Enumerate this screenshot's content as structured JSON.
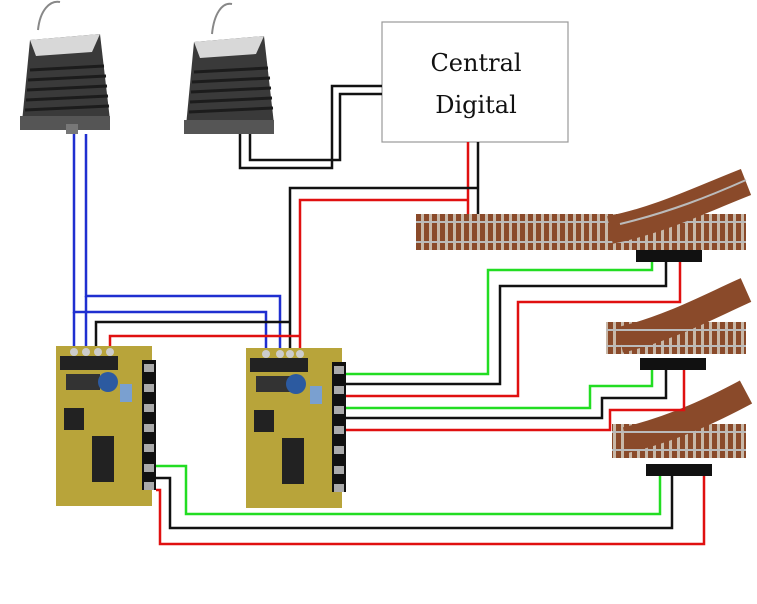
{
  "central": {
    "line1": "Central",
    "line2": "Digital"
  },
  "wire_colors": {
    "power": "#1f2fd0",
    "black": "#111111",
    "red": "#e01010",
    "green": "#22dd22"
  },
  "components": {
    "transformers": 2,
    "decoder_boards": 2,
    "turnouts": 3
  }
}
